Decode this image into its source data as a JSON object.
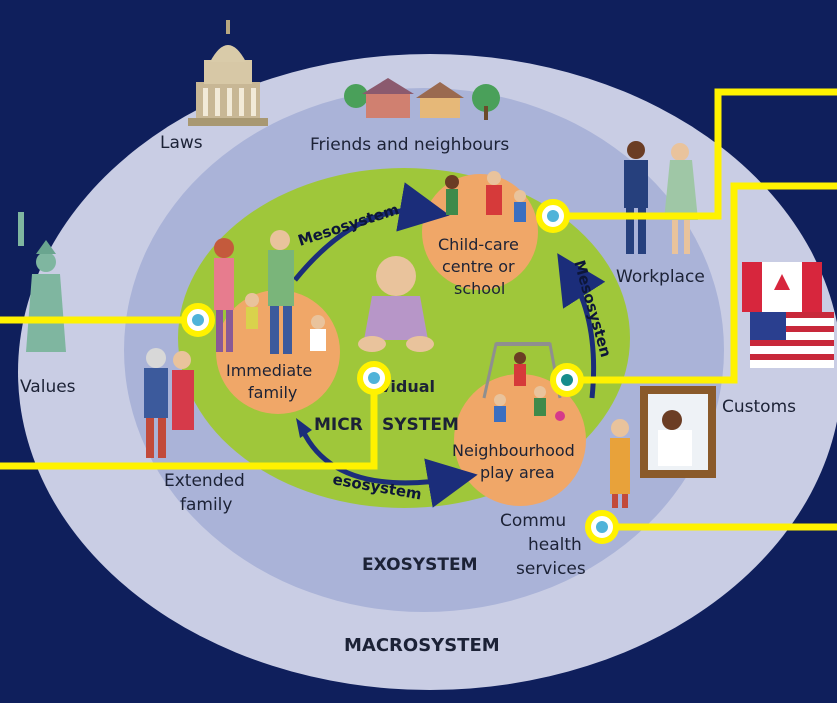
{
  "diagram": {
    "layers": {
      "macrosystem": "MACROSYSTEM",
      "exosystem": "EXOSYSTEM",
      "microsystem_prefix": "MICR",
      "microsystem_suffix": "SYSTEM",
      "individual": "vidual"
    },
    "arrows": {
      "top": "Mesosystem",
      "right": "Mesosysten",
      "bottom": "esosystem"
    },
    "micro_nodes": {
      "family_line1": "Immediate",
      "family_line2": "family",
      "childcare_line1": "Child-care",
      "childcare_line2": "centre or",
      "childcare_line3": "school",
      "play_line1": "Neighbourhood",
      "play_line2": "play area"
    },
    "exo_labels": {
      "friends": "Friends and neighbours",
      "workplace": "Workplace",
      "extended_line1": "Extended",
      "extended_line2": "family",
      "community_line1": "Commu",
      "community_line2": "health",
      "community_line3": "services"
    },
    "macro_labels": {
      "laws": "Laws",
      "values": "Values",
      "customs": "Customs"
    },
    "colors": {
      "background": "#0f1f5c",
      "macro_ring": "#c9cde4",
      "exo_ring": "#aab3d8",
      "micro_core": "#9fc73a",
      "node_fill": "#f0a768",
      "arrow": "#1b2d7a",
      "callout": "#fff200",
      "dot": "#4fb3d9"
    },
    "icons": [
      "capitol-icon",
      "houses-icon",
      "workers-icon",
      "statue-of-liberty-icon",
      "flags-icon",
      "family-icon",
      "baby-icon",
      "swing-set-icon",
      "clinic-icon",
      "elderly-couple-icon",
      "children-icon"
    ]
  }
}
